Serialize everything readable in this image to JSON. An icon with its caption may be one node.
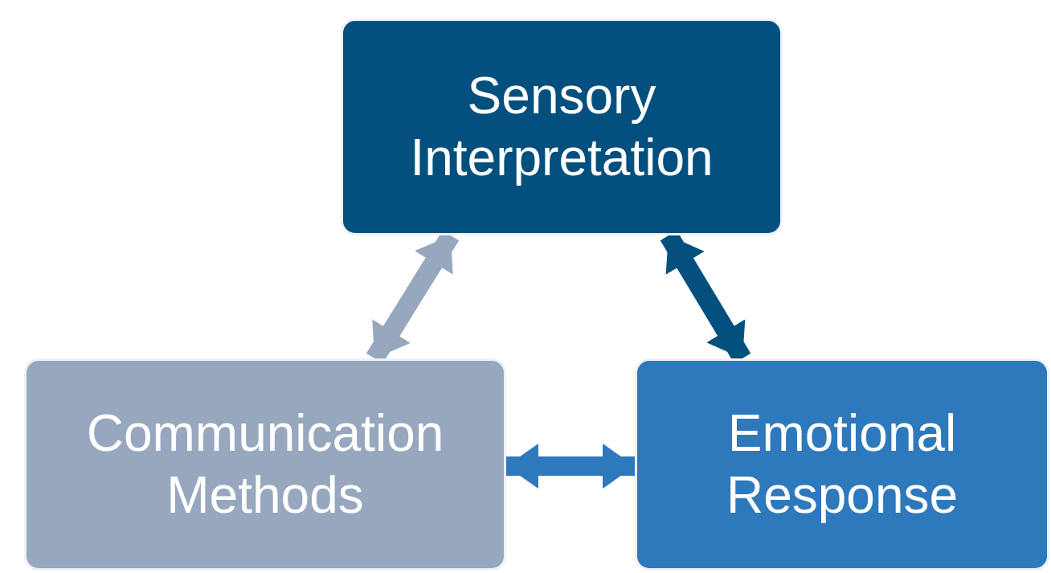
{
  "diagram": {
    "nodes": [
      {
        "text": [
          "Sensory Interpretation"
        ]
      },
      {
        "text": [
          "Communication Methods"
        ]
      },
      {
        "text": [
          "Emotional Response"
        ]
      }
    ],
    "edges": [
      {
        "from": 1,
        "to": 0,
        "arrow": "both",
        "color": "#97a7be"
      },
      {
        "from": 0,
        "to": 2,
        "arrow": "both",
        "color": "#03507f"
      },
      {
        "from": 1,
        "to": 2,
        "arrow": "both",
        "color": "#2e78bc"
      }
    ]
  }
}
